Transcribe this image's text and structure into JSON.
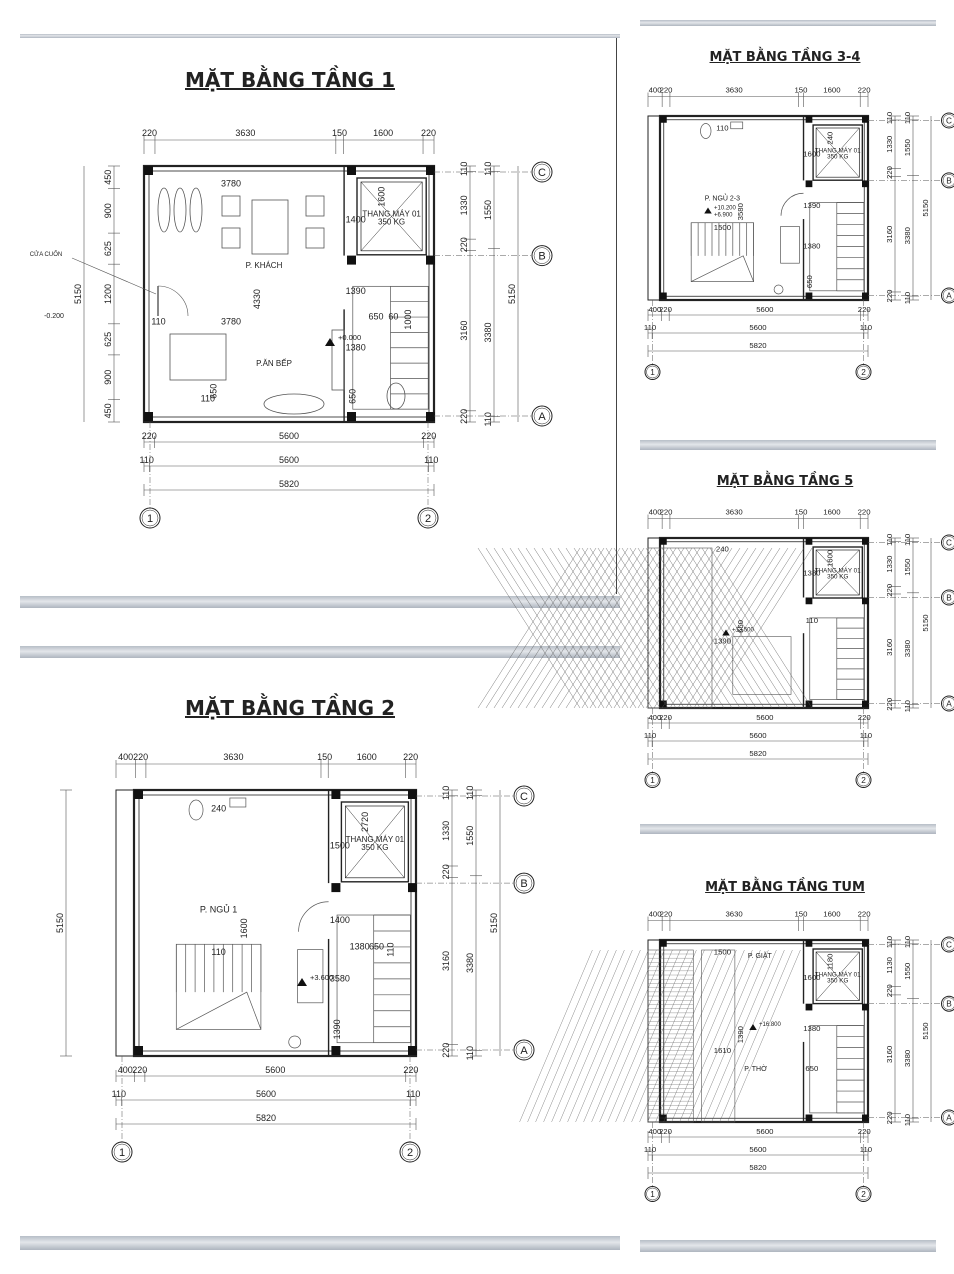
{
  "sheet": {
    "plans": [
      {
        "id": "floor1",
        "title": "MẶT BẰNG TẦNG 1",
        "room_labels": [
          "P. KHÁCH",
          "P.ĂN BẾP",
          "THANG MÁY 01",
          "350 KG",
          "CỬA CUỐN"
        ],
        "levels": [
          "+0.000",
          "-0.200"
        ],
        "top_dims": [
          "220",
          "3630",
          "150",
          "1600",
          "220"
        ],
        "inner_dims": [
          "3780",
          "1600",
          "3780",
          "1400",
          "4330",
          "1390",
          "1380",
          "650",
          "650",
          "60",
          "1000",
          "110",
          "110",
          "650"
        ],
        "left_dims": [
          "450",
          "900",
          "625",
          "1200",
          "625",
          "900",
          "450"
        ],
        "left_total": "5150",
        "right_dims_a": [
          "110",
          "1330",
          "220",
          "3160",
          "220"
        ],
        "right_dims_b": [
          "110",
          "1550",
          "3380",
          "110"
        ],
        "right_total": "5150",
        "bottom_dims_1": [
          "220",
          "5600",
          "220"
        ],
        "bottom_dims_2": [
          "110",
          "5600",
          "110"
        ],
        "bottom_total": "5820",
        "grid_rows": [
          "C",
          "B",
          "A"
        ],
        "grid_cols": [
          "1",
          "2"
        ]
      },
      {
        "id": "floor2",
        "title": "MẶT BẰNG TẦNG 2",
        "room_labels": [
          "P. NGỦ 1",
          "THANG MÁY 01",
          "350 KG"
        ],
        "levels": [
          "+3.600"
        ],
        "top_dims": [
          "400",
          "220",
          "3630",
          "150",
          "1600",
          "220"
        ],
        "inner_dims": [
          "240",
          "2720",
          "110",
          "1500",
          "1600",
          "1400",
          "3580",
          "1390",
          "1380",
          "650",
          "110"
        ],
        "left_total": "5150",
        "right_dims_a": [
          "110",
          "1330",
          "220",
          "3160",
          "220"
        ],
        "right_dims_b": [
          "110",
          "1550",
          "3380",
          "110"
        ],
        "right_total": "5150",
        "bottom_dims_1": [
          "400",
          "220",
          "5600",
          "220"
        ],
        "bottom_dims_2": [
          "110",
          "5600",
          "110"
        ],
        "bottom_total": "5820",
        "grid_rows": [
          "C",
          "B",
          "A"
        ],
        "grid_cols": [
          "1",
          "2"
        ]
      },
      {
        "id": "floor34",
        "title": "MẶT BẰNG TẦNG 3-4",
        "room_labels": [
          "P. NGỦ 2-3",
          "THANG MÁY 01",
          "350 KG"
        ],
        "levels": [
          "+10.200",
          "+6.900"
        ],
        "top_dims": [
          "400",
          "220",
          "3630",
          "150",
          "1600",
          "220"
        ],
        "inner_dims": [
          "110",
          "240",
          "1500",
          "1600",
          "3580",
          "1390",
          "1380",
          "650"
        ],
        "right_dims_a": [
          "110",
          "1330",
          "220",
          "3160",
          "220"
        ],
        "right_dims_b": [
          "110",
          "1550",
          "3380",
          "110"
        ],
        "right_total": "5150",
        "bottom_dims_1": [
          "400",
          "220",
          "5600",
          "220"
        ],
        "bottom_dims_2": [
          "110",
          "5600",
          "110"
        ],
        "bottom_total": "5820",
        "grid_rows": [
          "C",
          "B",
          "A"
        ],
        "grid_cols": [
          "1",
          "2"
        ]
      },
      {
        "id": "floor5",
        "title": "MẶT BẰNG TẦNG 5",
        "room_labels": [
          "THANG MÁY 01",
          "350 KG"
        ],
        "levels": [
          "+13.500"
        ],
        "top_dims": [
          "400",
          "220",
          "3630",
          "150",
          "1600",
          "220"
        ],
        "inner_dims": [
          "240",
          "1600",
          "1390",
          "1380",
          "650",
          "110"
        ],
        "right_dims_a": [
          "110",
          "1330",
          "220",
          "3160",
          "220"
        ],
        "right_dims_b": [
          "110",
          "1550",
          "3380",
          "110"
        ],
        "right_total": "5150",
        "bottom_dims_1": [
          "400",
          "220",
          "5600",
          "220"
        ],
        "bottom_dims_2": [
          "110",
          "5600",
          "110"
        ],
        "bottom_total": "5820",
        "grid_rows": [
          "C",
          "B",
          "A"
        ],
        "grid_cols": [
          "1",
          "2"
        ]
      },
      {
        "id": "floortum",
        "title": "MẶT BẰNG TẦNG TUM",
        "room_labels": [
          "P. GIẶT",
          "P. THỜ",
          "THANG MÁY 01",
          "350 KG"
        ],
        "levels": [
          "+16.800"
        ],
        "top_dims": [
          "400",
          "220",
          "3630",
          "150",
          "1600",
          "220"
        ],
        "inner_dims": [
          "1500",
          "1180",
          "1610",
          "1600",
          "1390",
          "1380",
          "650"
        ],
        "right_dims_a": [
          "110",
          "1130",
          "220",
          "3160",
          "220"
        ],
        "right_dims_b": [
          "110",
          "1550",
          "3380",
          "110"
        ],
        "right_total": "5150",
        "bottom_dims_1": [
          "400",
          "220",
          "5600",
          "220"
        ],
        "bottom_dims_2": [
          "110",
          "5600",
          "110"
        ],
        "bottom_total": "5820",
        "grid_rows": [
          "C",
          "B",
          "A"
        ],
        "grid_cols": [
          "1",
          "2"
        ]
      }
    ]
  }
}
